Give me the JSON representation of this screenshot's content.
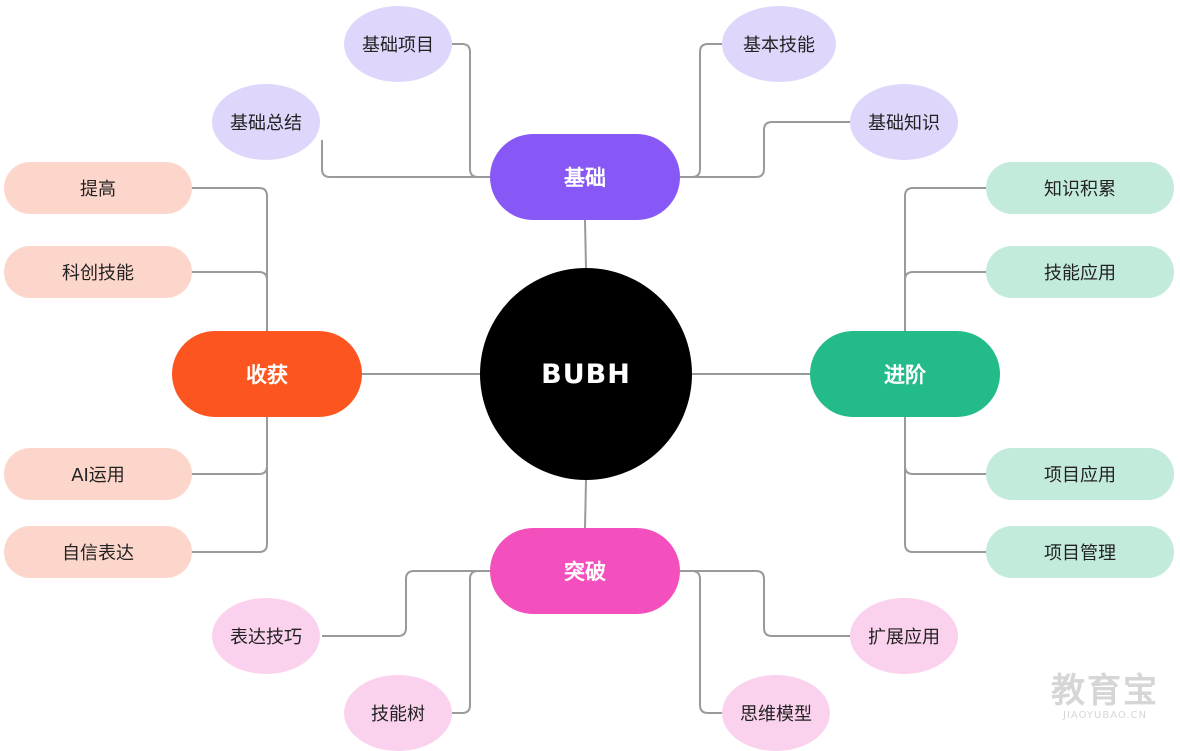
{
  "colors": {
    "center": "#000000",
    "jichu": "#8758f5",
    "jinjie": "#24bb8b",
    "tupo": "#f450bd",
    "shouhuo": "#fc5520",
    "purple_leaf": "#dfd7fb",
    "green_leaf": "#c3ebdc",
    "pink_leaf": "#fbd2ee",
    "orange_leaf": "#fdd6cb",
    "connector": "#9a9a9a"
  },
  "center": {
    "label": "BUBH"
  },
  "branches": {
    "jichu": {
      "label": "基础",
      "items": [
        "基础项目",
        "基本技能",
        "基础总结",
        "基础知识"
      ]
    },
    "jinjie": {
      "label": "进阶",
      "items": [
        "知识积累",
        "技能应用",
        "项目应用",
        "项目管理"
      ]
    },
    "tupo": {
      "label": "突破",
      "items": [
        "表达技巧",
        "扩展应用",
        "技能树",
        "思维模型"
      ]
    },
    "shouhuo": {
      "label": "收获",
      "items": [
        "提高",
        "科创技能",
        "AI运用",
        "自信表达"
      ]
    }
  },
  "watermark": {
    "main": "教育宝",
    "sub": "JIAOYUBAO.CN"
  }
}
